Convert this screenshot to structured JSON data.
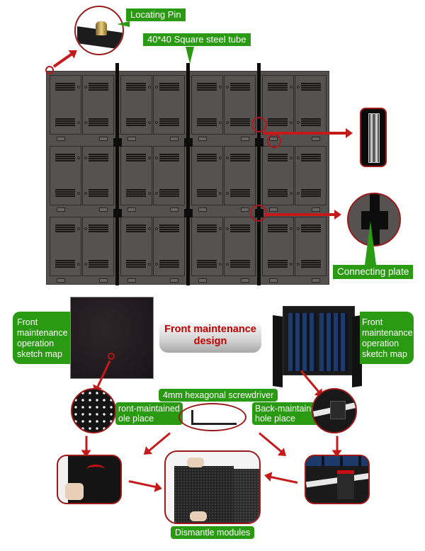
{
  "labels": {
    "locating_pin": "Locating Pin",
    "steel_tube": "40*40 Square steel tube",
    "connecting_plate": "Connecting plate",
    "front_sketch_left": [
      "Front",
      "maintenance",
      "operation",
      "sketch map"
    ],
    "front_sketch_right": [
      "Front",
      "maintenance",
      "operation",
      "sketch map"
    ],
    "title_line1": "Front maintenance",
    "title_line2": "design",
    "screwdriver": "4mm hexagonal screwdriver",
    "front_hole_line1": "ront-maintained",
    "front_hole_line2": "ole place",
    "back_hole_line1": "Back-maintaine",
    "back_hole_line2": "hole place",
    "dismantle": "Dismantle modules"
  },
  "colors": {
    "label_green": "#2a9a12",
    "accent_red": "#c41a1a",
    "title_red": "#c00000",
    "cabinet_gray": "#545050"
  },
  "cabinet_grid": {
    "rows": 3,
    "columns": 4
  }
}
